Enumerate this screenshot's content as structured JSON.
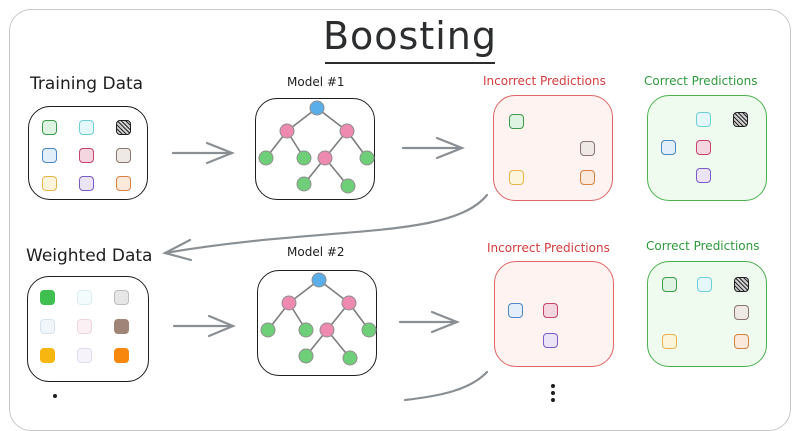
{
  "title": "Boosting",
  "labels": {
    "training_data": "Training Data",
    "weighted_data": "Weighted Data",
    "model_1": "Model #1",
    "model_2": "Model #2",
    "incorrect_1": "Incorrect Predictions",
    "correct_1": "Correct Predictions",
    "incorrect_2": "Incorrect Predictions",
    "correct_2": "Correct Predictions"
  },
  "colors": {
    "incorrect": "#d43c3c",
    "correct": "#2f9a3d",
    "node_root": "#5aaeea",
    "node_split": "#ee8aaf",
    "node_leaf": "#6fcf78",
    "arrow": "#8a8f94"
  },
  "samples": [
    {
      "id": "green",
      "border": "#3c9a4a",
      "fill": "#dff3e2"
    },
    {
      "id": "cyan",
      "border": "#6fcfd8",
      "fill": "#e4f7fa"
    },
    {
      "id": "black",
      "border": "#1e1e1e",
      "fill": "#9a9a9a"
    },
    {
      "id": "blue",
      "border": "#4a86c8",
      "fill": "#e2eefa"
    },
    {
      "id": "pink",
      "border": "#c8426e",
      "fill": "#f4d6e1"
    },
    {
      "id": "brown",
      "border": "#8a7570",
      "fill": "#efe9e6"
    },
    {
      "id": "yellow",
      "border": "#e6b44a",
      "fill": "#fdf4dc"
    },
    {
      "id": "purple",
      "border": "#7a5cc8",
      "fill": "#ebe4f7"
    },
    {
      "id": "orange",
      "border": "#d88040",
      "fill": "#fbeadc"
    }
  ],
  "weighted_samples": [
    {
      "id": "green",
      "weight": "high",
      "fill": "#3fbf4f",
      "border": "#3fbf4f"
    },
    {
      "id": "cyan",
      "weight": "low",
      "fill": "#f3fbfc",
      "border": "#d9eef2"
    },
    {
      "id": "black",
      "weight": "low",
      "fill": "#e6e6e6",
      "border": "#bdbdbd"
    },
    {
      "id": "blue",
      "weight": "low",
      "fill": "#f1f6fb",
      "border": "#d5e2ee"
    },
    {
      "id": "pink",
      "weight": "low",
      "fill": "#fbf1f4",
      "border": "#eed5de"
    },
    {
      "id": "brown",
      "weight": "high",
      "fill": "#a08478",
      "border": "#a08478"
    },
    {
      "id": "yellow",
      "weight": "high",
      "fill": "#f8b610",
      "border": "#f8b610"
    },
    {
      "id": "purple",
      "weight": "low",
      "fill": "#f6f3fb",
      "border": "#e1dbef"
    },
    {
      "id": "orange",
      "weight": "high",
      "fill": "#f8870e",
      "border": "#f8870e"
    }
  ],
  "round_1": {
    "incorrect": [
      "green",
      "brown",
      "yellow",
      "orange"
    ],
    "correct": [
      "cyan",
      "black",
      "blue",
      "pink",
      "purple"
    ]
  },
  "round_2": {
    "incorrect": [
      "blue",
      "pink",
      "purple"
    ],
    "correct": [
      "green",
      "cyan",
      "black",
      "brown",
      "yellow",
      "orange"
    ]
  },
  "continuation": "⋮"
}
